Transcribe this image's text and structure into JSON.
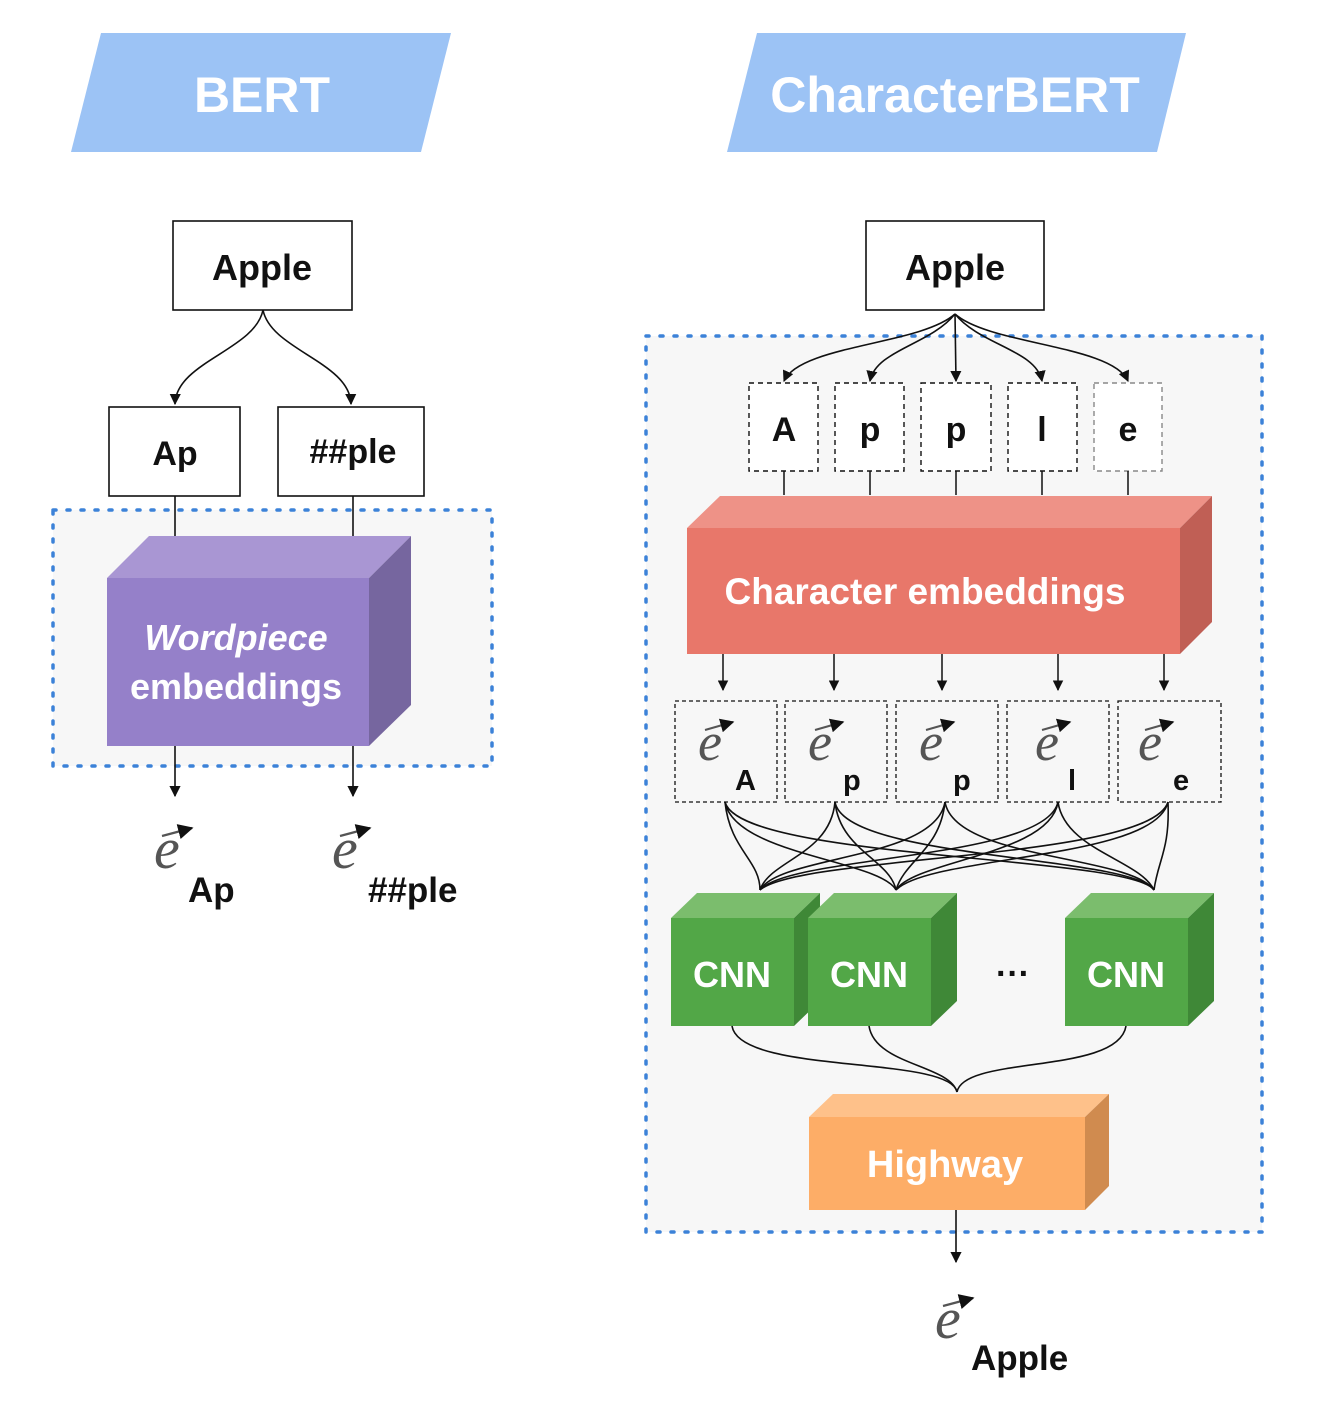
{
  "bert": {
    "title": "BERT",
    "input": "Apple",
    "wordpieces": [
      "Ap",
      "##ple"
    ],
    "embedding_line1": "Wordpiece",
    "embedding_line2": "embeddings",
    "output_symbol": "e",
    "outputs": [
      "Ap",
      "##ple"
    ]
  },
  "characterbert": {
    "title": "CharacterBERT",
    "input": "Apple",
    "characters": [
      "A",
      "p",
      "p",
      "l",
      "e"
    ],
    "embedding_label": "Character embeddings",
    "char_vector_symbol": "e",
    "char_vector_subscripts": [
      "A",
      "p",
      "p",
      "l",
      "e"
    ],
    "cnn_labels": [
      "CNN",
      "CNN",
      "CNN"
    ],
    "ellipsis": "···",
    "highway_label": "Highway",
    "output_symbol": "e",
    "output_subscript": "Apple"
  },
  "colors": {
    "banner": "#9cc3f5",
    "wordpiece_front": "#9580c9",
    "wordpiece_top": "#a996d3",
    "wordpiece_side": "#76669f",
    "char_front": "#e8776a",
    "char_top": "#ee9287",
    "char_side": "#c05f55",
    "cnn_front": "#52a747",
    "cnn_top": "#7bbd6d",
    "cnn_side": "#3f8837",
    "highway_front": "#fdad67",
    "highway_top": "#fec18a",
    "highway_side": "#d08b4f",
    "dotted_border": "#3c82d8"
  }
}
